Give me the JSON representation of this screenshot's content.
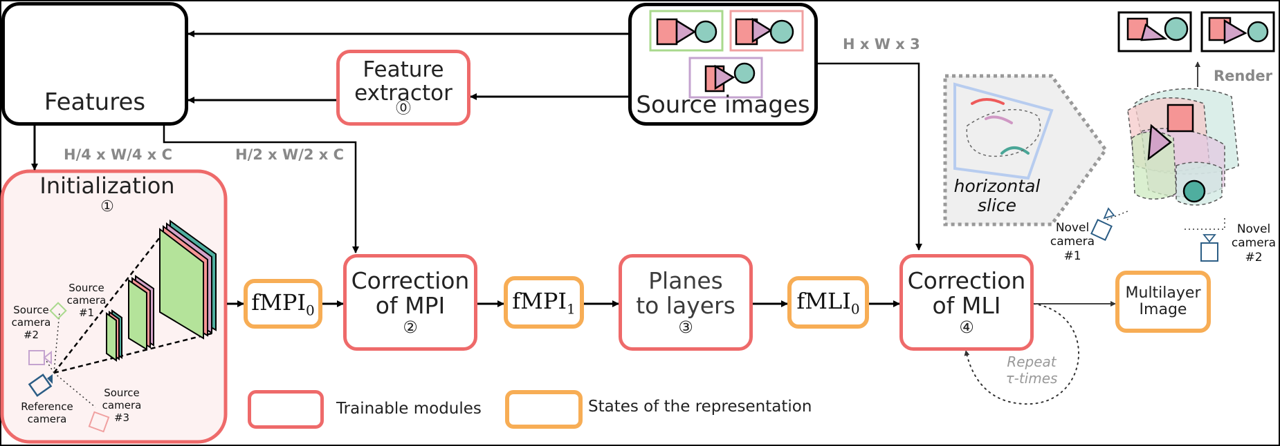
{
  "nodes": {
    "features": "Features",
    "source_images": "Source images",
    "feature_extractor": {
      "line1": "Feature",
      "line2": "extractor",
      "step": "⓪"
    },
    "initialization": {
      "title": "Initialization",
      "step": "①"
    },
    "correction_mpi": {
      "line1": "Correction",
      "line2": "of  MPI",
      "step": "②"
    },
    "planes_to_layers": {
      "line1": "Planes",
      "line2": "to layers",
      "step": "③"
    },
    "correction_mli": {
      "line1": "Correction",
      "line2": "of  MLI",
      "step": "④"
    },
    "multilayer_image": {
      "line1": "Multilayer",
      "line2": "Image"
    }
  },
  "states": {
    "fmpi0": {
      "base": "fMPI",
      "sub": "0"
    },
    "fmpi1": {
      "base": "fMPI",
      "sub": "1"
    },
    "fmli0": {
      "base": "fMLI",
      "sub": "0"
    }
  },
  "dims": {
    "quarter": "H/4 x W/4 x C",
    "half": "H/2 x W/2 x C",
    "full": "H x W x 3"
  },
  "cameras": {
    "source1": "Source camera #1",
    "source2": "Source camera #2",
    "source3": "Source camera #3",
    "reference": "Reference camera",
    "novel1": "Novel camera #1",
    "novel2": "Novel camera #2"
  },
  "slice": {
    "line1": "horizontal",
    "line2": "slice"
  },
  "render": "Render",
  "repeat": {
    "line1": "Repeat",
    "line2": "τ-times"
  },
  "legend": {
    "trainable": "Trainable modules",
    "states": "States of the representation"
  },
  "colors": {
    "teal": "#4fae9f",
    "green": "#b4e39a",
    "purple": "#d2a3c8",
    "pink": "#f59595",
    "module_border": "#ee6a6a",
    "state_border": "#f7ad55"
  }
}
